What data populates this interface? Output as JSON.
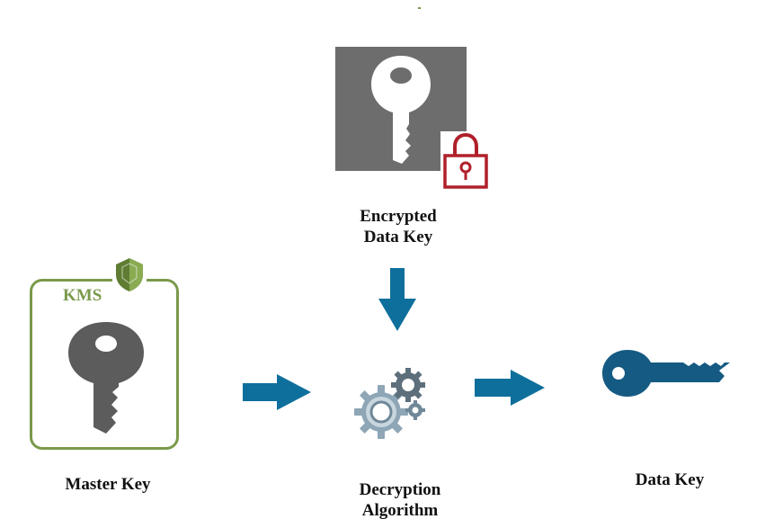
{
  "diagram": {
    "encrypted_data_key": {
      "label_line1": "Encrypted",
      "label_line2": "Data Key"
    },
    "kms": {
      "title": "KMS"
    },
    "master_key": {
      "label": "Master Key"
    },
    "decryption_algorithm": {
      "label_line1": "Decryption",
      "label_line2": "Algorithm"
    },
    "data_key": {
      "label": "Data Key"
    },
    "colors": {
      "kms_green": "#7a9a4b",
      "arrow_blue": "#0f6f9c",
      "data_key_blue": "#155a82",
      "lock_red": "#b0202a",
      "key_gray": "#5c5c5c",
      "tile_gray": "#6d6d6d"
    },
    "icons": [
      "key-icon",
      "padlock-icon",
      "shield-icon",
      "gears-icon",
      "arrow-down-icon",
      "arrow-right-icon"
    ]
  }
}
